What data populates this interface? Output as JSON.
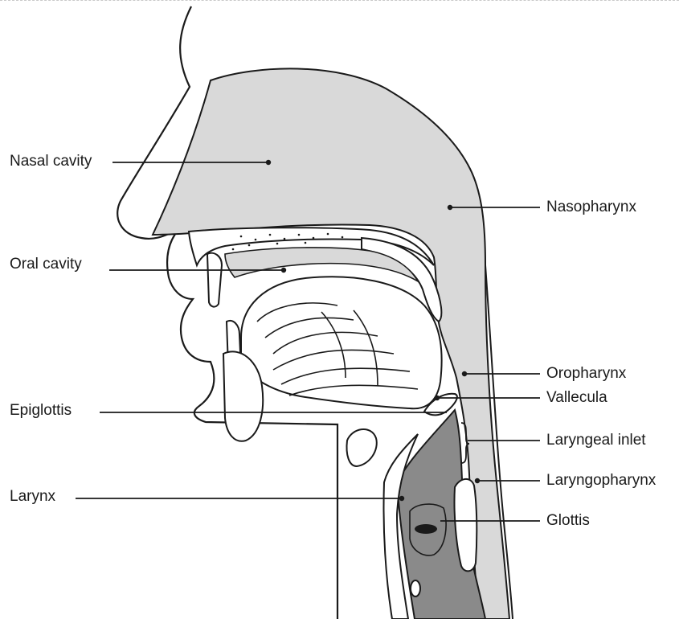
{
  "diagram": {
    "labels": {
      "nasal_cavity": "Nasal cavity",
      "oral_cavity": "Oral cavity",
      "epiglottis": "Epiglottis",
      "larynx": "Larynx",
      "nasopharynx": "Nasopharynx",
      "oropharynx": "Oropharynx",
      "vallecula": "Vallecula",
      "laryngeal_inlet": "Laryngeal inlet",
      "laryngopharynx": "Laryngopharynx",
      "glottis": "Glottis"
    },
    "colors": {
      "airway_fill": "#d9d9d9",
      "larynx_fill": "#8a8a8a",
      "outline": "#1a1a1a",
      "background": "#ffffff"
    }
  }
}
